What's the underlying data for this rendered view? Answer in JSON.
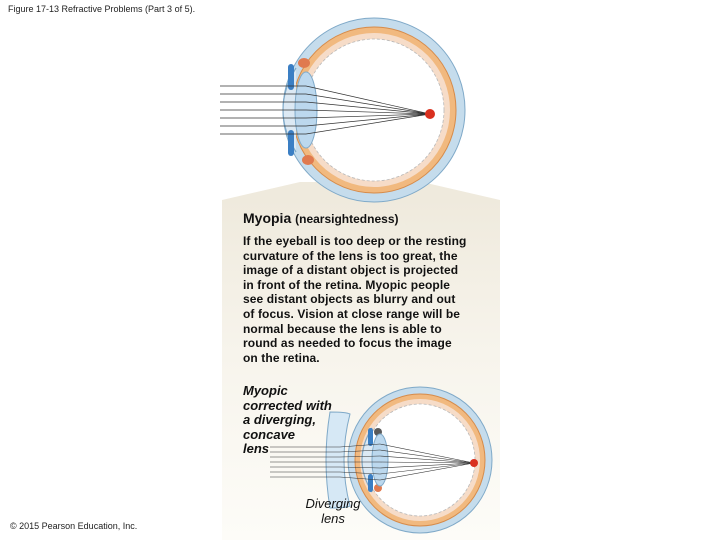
{
  "figure_caption": "Figure 17-13 Refractive Problems (Part 3 of 5).",
  "heading": {
    "title": "Myopia",
    "subtitle": "(nearsightedness)"
  },
  "description": "If the eyeball is too deep or the resting\ncurvature of the lens is too great, the\nimage of a distant object is projected\nin front of the retina. Myopic people\nsee distant objects as blurry and out\nof focus. Vision at close range will be\nnormal because the lens is able to\nround as needed to focus the image\non the retina.",
  "corrected_label": "Myopic\ncorrected with\na diverging,\nconcave\nlens",
  "lens_label": "Diverging\nlens",
  "copyright": "© 2015 Pearson Education, Inc.",
  "colors": {
    "sclera": "#c5dcec",
    "choroid": "#f1b97f",
    "retina": "#f6dcc8",
    "lens": "#bcd8ee",
    "focus_point": "#d9301f",
    "panel": "#efeadd"
  }
}
